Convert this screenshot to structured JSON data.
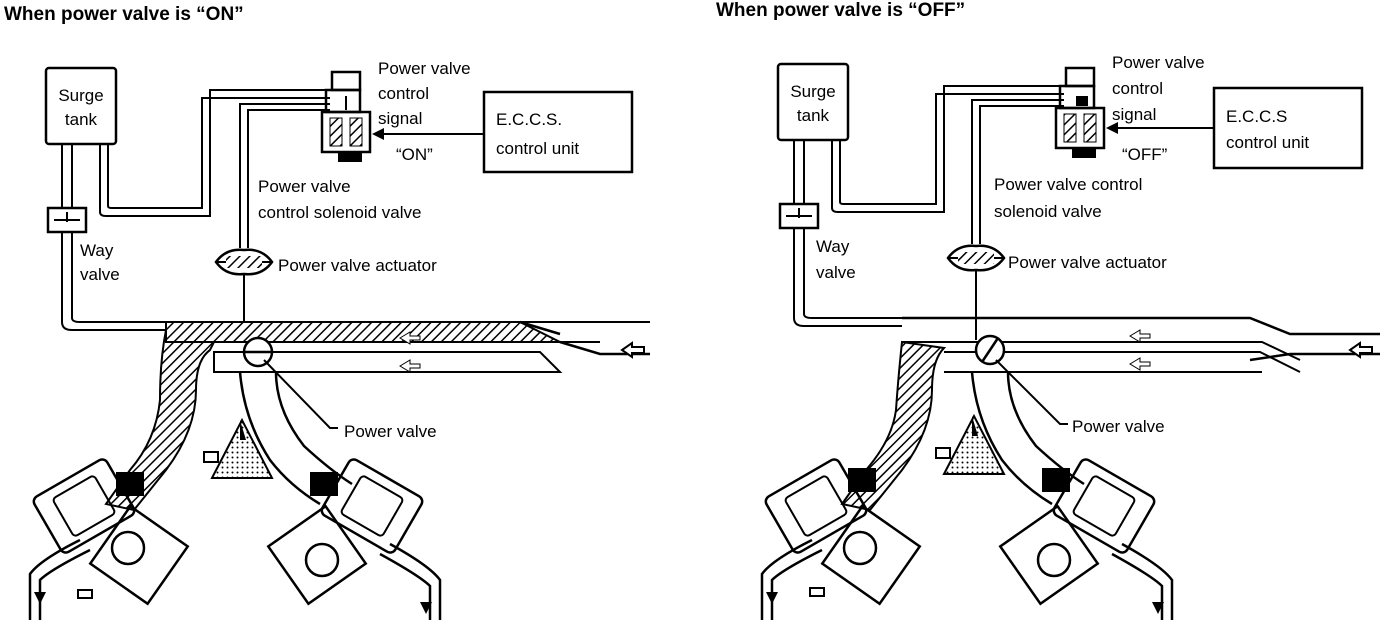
{
  "panels": [
    {
      "title": "When power valve is “ON”",
      "surge_tank": [
        "Surge",
        "tank"
      ],
      "way_valve": [
        "Way",
        "valve"
      ],
      "control_signal": [
        "Power valve",
        "control",
        "signal"
      ],
      "state": "“ON”",
      "ecu": [
        "E.C.C.S.",
        "control unit"
      ],
      "solenoid": [
        "Power valve",
        "control solenoid valve"
      ],
      "actuator": "Power valve actuator",
      "power_valve": "Power valve"
    },
    {
      "title": "When power valve is “OFF”",
      "surge_tank": [
        "Surge",
        "tank"
      ],
      "way_valve": [
        "Way",
        "valve"
      ],
      "control_signal": [
        "Power valve",
        "control",
        "signal"
      ],
      "state": "“OFF”",
      "ecu": [
        "E.C.C.S",
        "control unit"
      ],
      "solenoid": [
        "Power valve control",
        "solenoid valve"
      ],
      "actuator": "Power valve actuator",
      "power_valve": "Power valve"
    }
  ]
}
